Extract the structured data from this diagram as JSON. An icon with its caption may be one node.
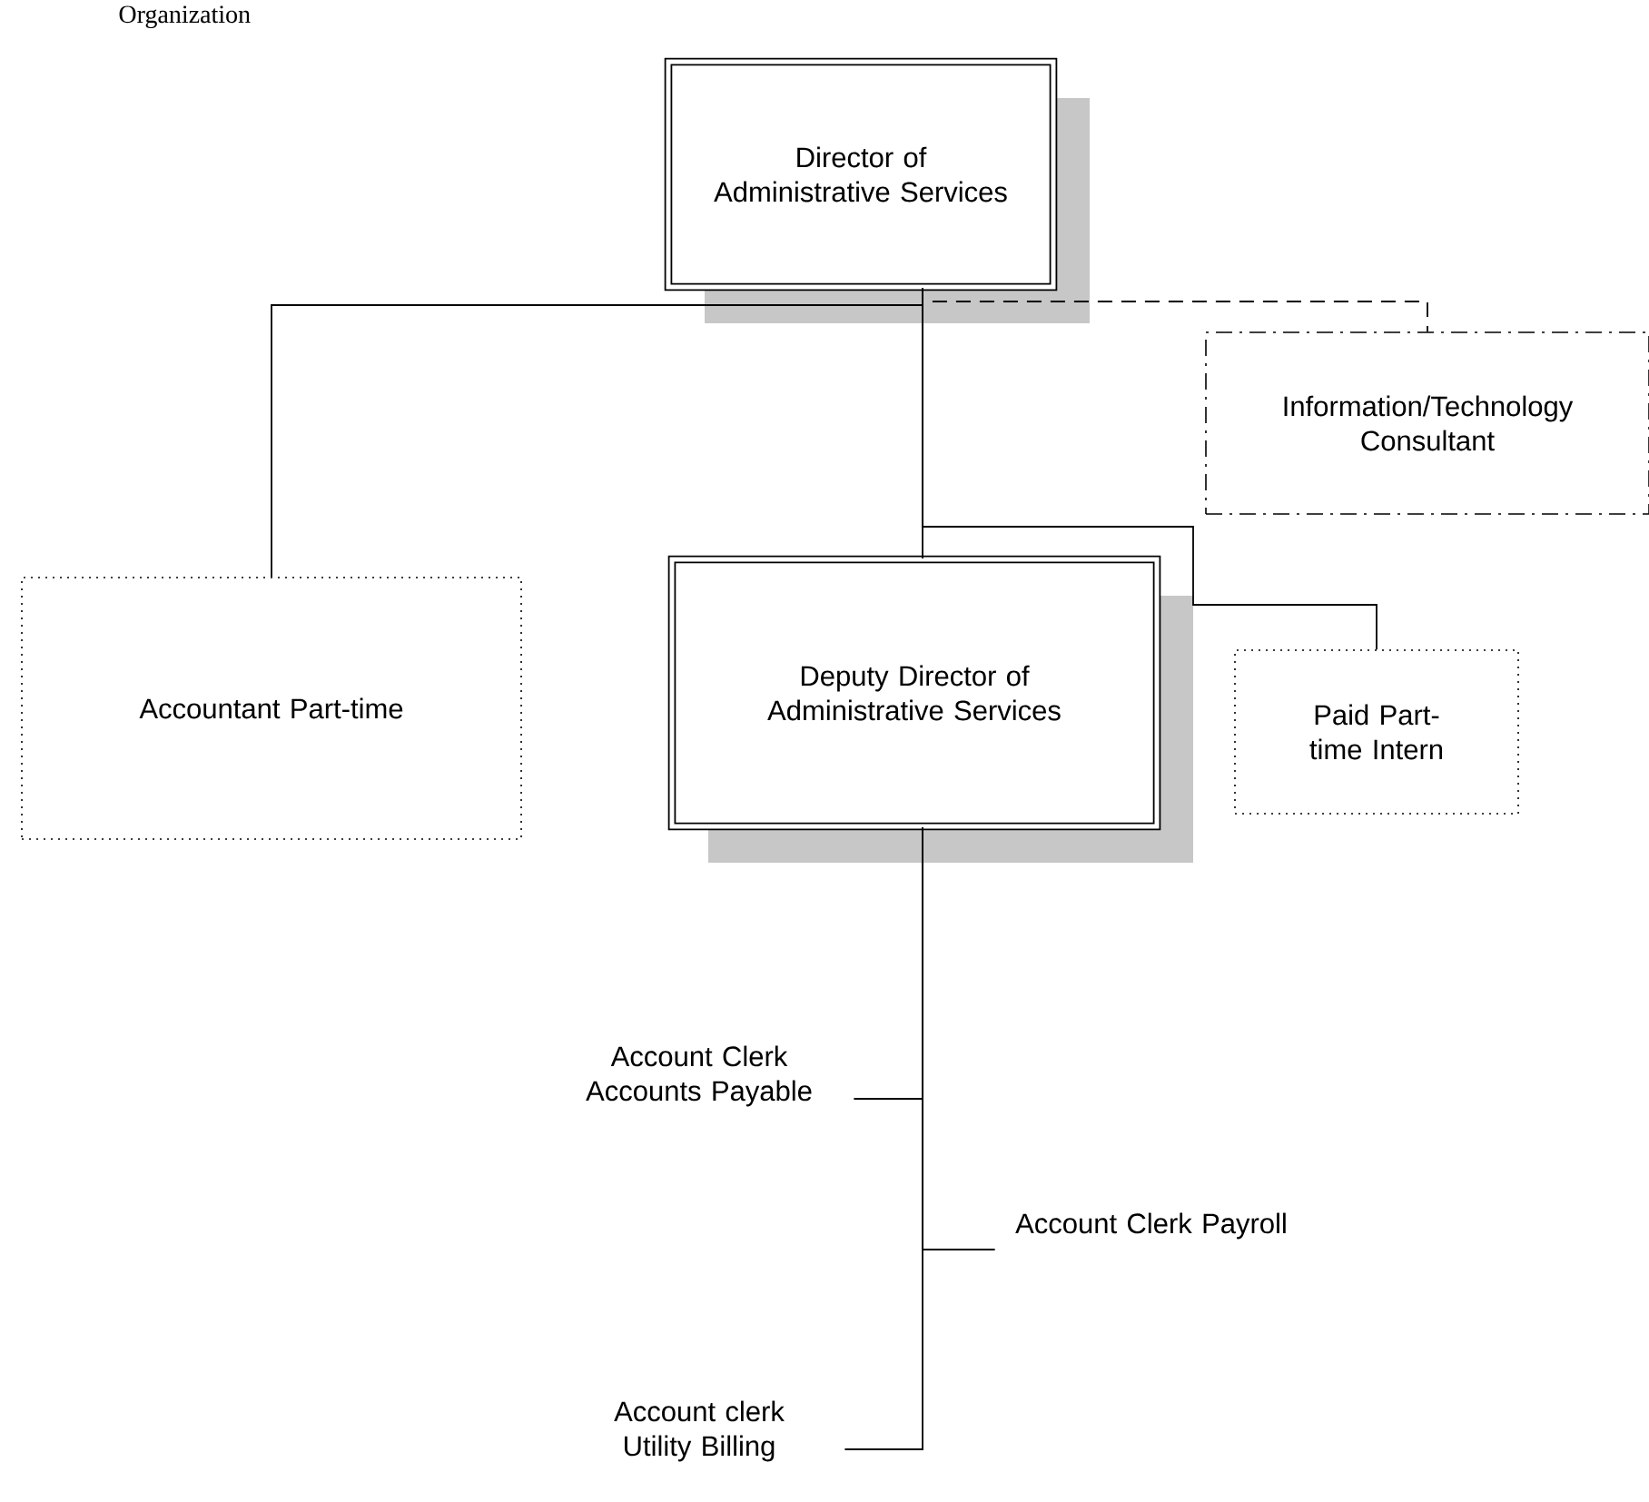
{
  "diagram": {
    "title": "Organization",
    "nodes": [
      {
        "text": [
          "Director of Administrative Services"
        ]
      },
      {
        "text": [
          "Information/Technology Consultant"
        ]
      },
      {
        "text": [
          "Accountant Part-time"
        ]
      },
      {
        "text": [
          "Deputy Director of Administrative Services"
        ]
      },
      {
        "text": [
          "Paid Part-time Intern"
        ]
      },
      {
        "text": [
          "Account Clerk Accounts Payable"
        ]
      },
      {
        "text": [
          "Account Clerk Payroll"
        ]
      },
      {
        "text": [
          "Account clerk Utility Billing"
        ]
      }
    ],
    "edges": [
      {
        "from": 0,
        "to": 2,
        "arrow": "none"
      },
      {
        "from": 0,
        "to": 1,
        "arrow": "none",
        "style": "dashed"
      },
      {
        "from": 0,
        "to": 3,
        "arrow": "none"
      },
      {
        "from": 0,
        "to": 4,
        "arrow": "none"
      },
      {
        "from": 3,
        "to": 5,
        "arrow": "none"
      },
      {
        "from": 3,
        "to": 6,
        "arrow": "none"
      },
      {
        "from": 3,
        "to": 7,
        "arrow": "none"
      }
    ]
  }
}
